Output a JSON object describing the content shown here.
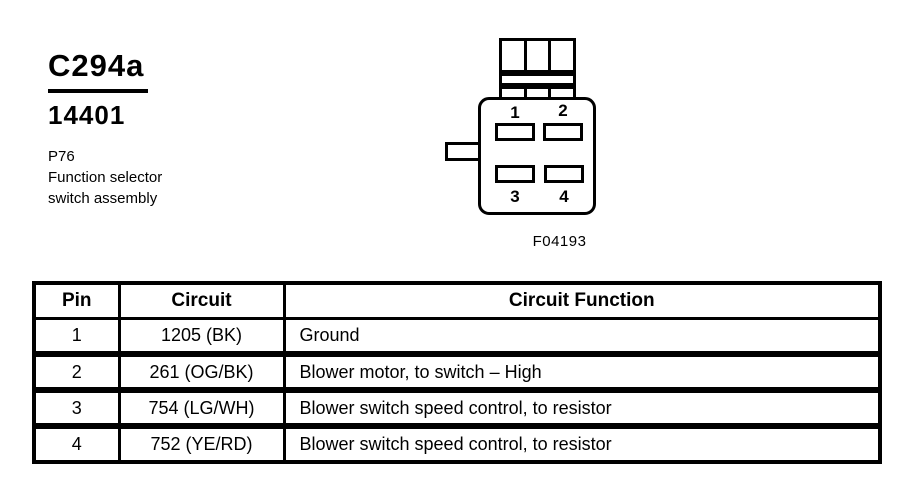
{
  "header": {
    "connector_id": "C294a",
    "part_number": "14401",
    "component_ref": "P76",
    "component_name_line1": "Function selector",
    "component_name_line2": "switch assembly"
  },
  "connector": {
    "pin_labels": [
      "1",
      "2",
      "3",
      "4"
    ],
    "figure_label": "F04193"
  },
  "table": {
    "headers": [
      "Pin",
      "Circuit",
      "Circuit Function"
    ],
    "rows": [
      [
        "1",
        "1205 (BK)",
        "Ground"
      ],
      [
        "2",
        "261 (OG/BK)",
        "Blower motor, to switch – High"
      ],
      [
        "3",
        "754 (LG/WH)",
        "Blower switch speed control, to resistor"
      ],
      [
        "4",
        "752 (YE/RD)",
        "Blower switch speed control, to resistor"
      ]
    ]
  },
  "colors": {
    "ink": "#000000",
    "background": "#ffffff"
  }
}
